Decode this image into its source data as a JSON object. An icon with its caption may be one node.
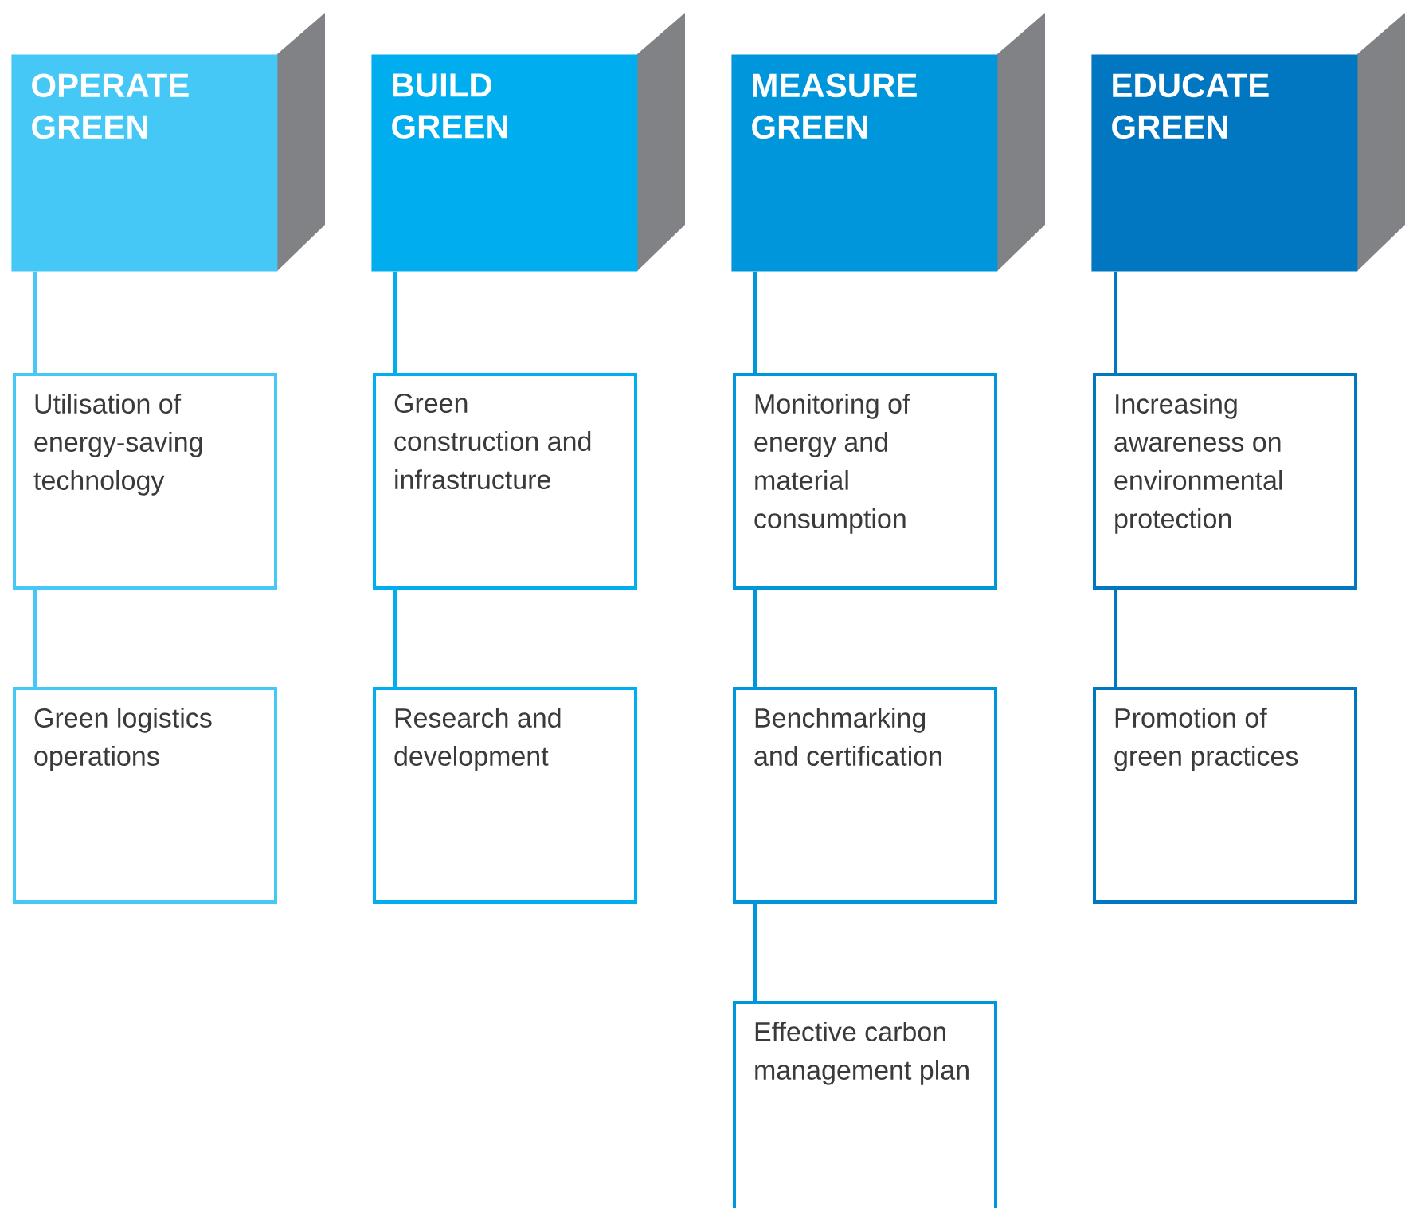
{
  "diagram": {
    "nodes": [
      {
        "text": [
          "OPERATE GREEN"
        ]
      },
      {
        "text": [
          "Utilisation of energy-saving technology"
        ]
      },
      {
        "text": [
          "Green logistics operations"
        ]
      },
      {
        "text": [
          "BUILD GREEN"
        ]
      },
      {
        "text": [
          "Green construction and infrastructure"
        ]
      },
      {
        "text": [
          "Research and development"
        ]
      },
      {
        "text": [
          "MEASURE GREEN"
        ]
      },
      {
        "text": [
          "Monitoring of energy and material consumption"
        ]
      },
      {
        "text": [
          "Benchmarking and certification"
        ]
      },
      {
        "text": [
          "Effective carbon management plan"
        ]
      },
      {
        "text": [
          "EDUCATE GREEN"
        ]
      },
      {
        "text": [
          "Increasing awareness on environmental protection"
        ]
      },
      {
        "text": [
          "Promotion of green practices"
        ]
      }
    ],
    "edges": [
      {
        "from": 0,
        "to": 1,
        "arrow": "none",
        "color": "#45c8f5"
      },
      {
        "from": 1,
        "to": 2,
        "arrow": "none",
        "color": "#45c8f5"
      },
      {
        "from": 3,
        "to": 4,
        "arrow": "none",
        "color": "#00aeef"
      },
      {
        "from": 4,
        "to": 5,
        "arrow": "none",
        "color": "#00aeef"
      },
      {
        "from": 6,
        "to": 7,
        "arrow": "none",
        "color": "#0096db"
      },
      {
        "from": 7,
        "to": 8,
        "arrow": "none",
        "color": "#0096db"
      },
      {
        "from": 8,
        "to": 9,
        "arrow": "none",
        "color": "#0096db"
      },
      {
        "from": 10,
        "to": 11,
        "arrow": "none",
        "color": "#0077c0"
      },
      {
        "from": 11,
        "to": 12,
        "arrow": "none",
        "color": "#0077c0"
      }
    ]
  }
}
